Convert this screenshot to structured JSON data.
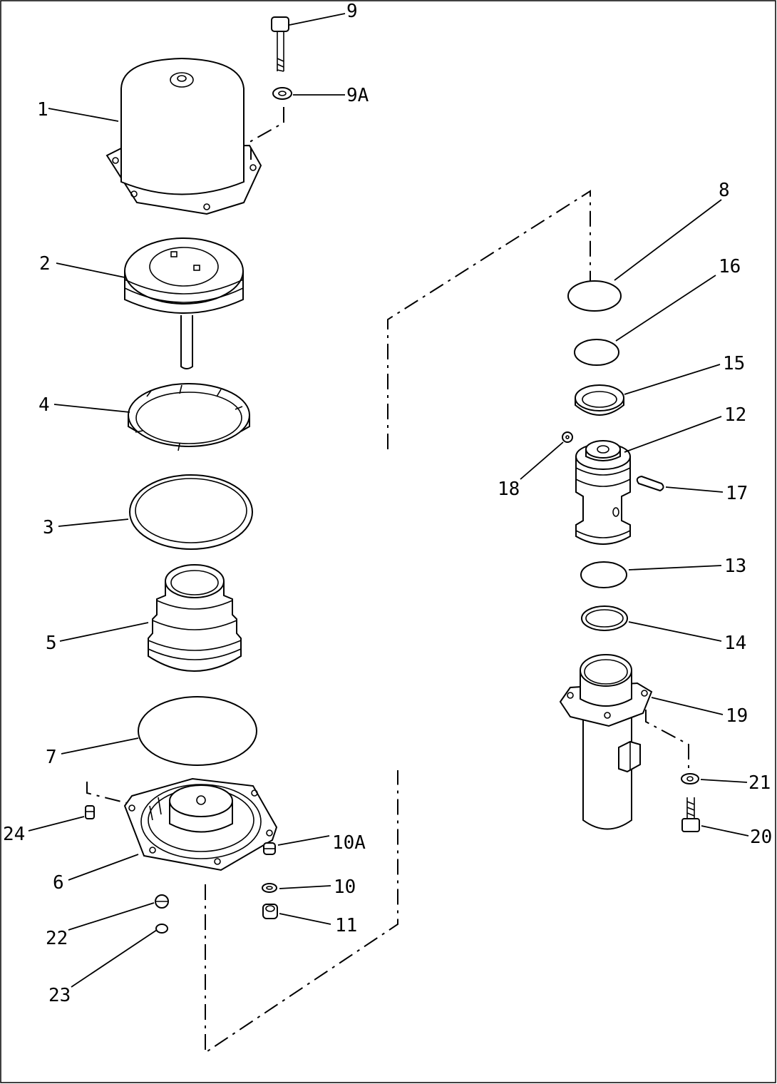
{
  "diagram": {
    "callouts": {
      "c1": "1",
      "c2": "2",
      "c3": "3",
      "c4": "4",
      "c5": "5",
      "c6": "6",
      "c7": "7",
      "c8": "8",
      "c9": "9",
      "c9a": "9A",
      "c10": "10",
      "c10a": "10A",
      "c11": "11",
      "c12": "12",
      "c13": "13",
      "c14": "14",
      "c15": "15",
      "c16": "16",
      "c17": "17",
      "c18": "18",
      "c19": "19",
      "c20": "20",
      "c21": "21",
      "c22": "22",
      "c23": "23",
      "c24": "24"
    }
  }
}
